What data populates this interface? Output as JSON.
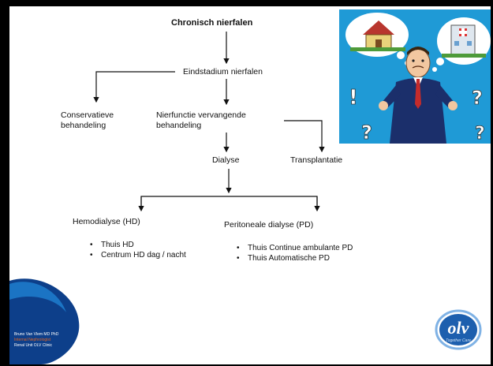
{
  "diagram": {
    "root": "Chronisch nierfalen",
    "eindstadium": "Eindstadium nierfalen",
    "conservatieve": "Conservatieve behandeling",
    "nierfunctie": "Nierfunctie vervangende behandeling",
    "dialyse": "Dialyse",
    "transplantatie": "Transplantatie",
    "hemodialyse": {
      "title": "Hemodialyse (HD)",
      "items": [
        "Thuis HD",
        "Centrum HD dag / nacht"
      ]
    },
    "peritoneale": {
      "title": "Peritoneale dialyse (PD)",
      "items": [
        "Thuis Continue ambulante PD",
        "Thuis Automatische PD"
      ]
    }
  },
  "author": {
    "name": "Bruno Van Vlem MD PhD",
    "dept": "Internal Nephrologist",
    "unit": "Renal Unit OLV Clinic"
  },
  "logo": {
    "text": "olv",
    "tagline": "Together Care"
  },
  "colors": {
    "slide_border": "#000000",
    "blob_dark": "#0d3f8a",
    "blob_light": "#1b74c4",
    "cartoon_bg": "#1f9ad6",
    "author_dept": "#e5651f",
    "logo_blue": "#1d5fae",
    "logo_ring": "#7fb2e5"
  },
  "icons": [
    "worried-man-cartoon",
    "house-thought-bubble",
    "hospital-thought-bubble",
    "question-mark-icon",
    "exclamation-mark-icon"
  ]
}
